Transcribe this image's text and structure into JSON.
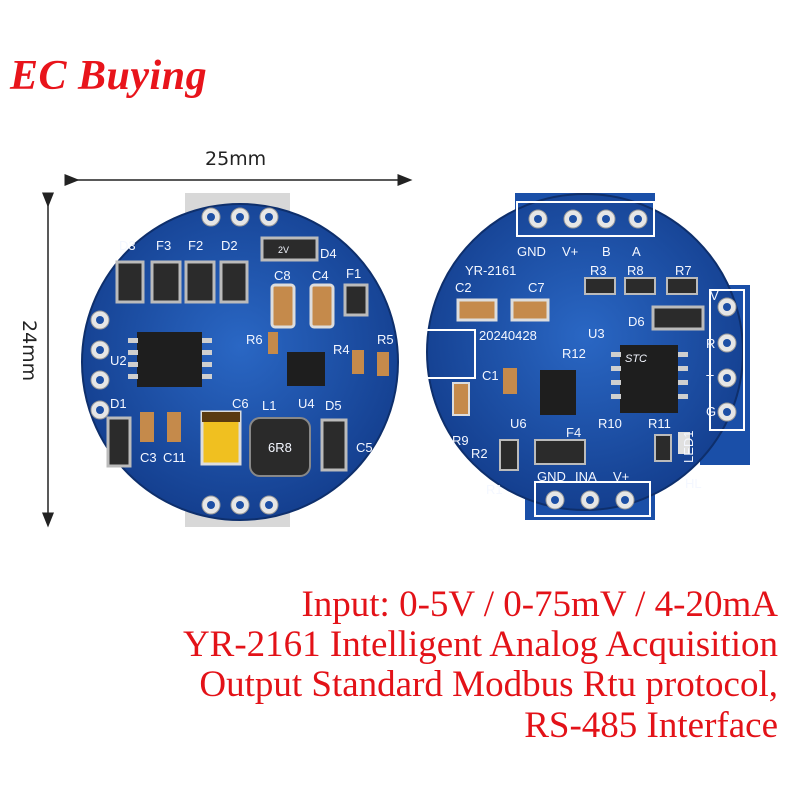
{
  "brand": "EC Buying",
  "dimensions": {
    "width": "25mm",
    "height": "24mm"
  },
  "caption": [
    "Input: 0-5V / 0-75mV / 4-20mA",
    "YR-2161 Intelligent Analog Acquisition",
    "Output Standard Modbus Rtu protocol,",
    "RS-485 Interface"
  ],
  "left_board": {
    "labels": [
      "D3",
      "F3",
      "F2",
      "D2",
      "D4",
      "C8",
      "C4",
      "F1",
      "R6",
      "R5",
      "R4",
      "U2",
      "D1",
      "C6",
      "L1",
      "U4",
      "D5",
      "C3",
      "C11",
      "C5",
      "6R8",
      "2V"
    ]
  },
  "right_board": {
    "labels": [
      "GND",
      "V+",
      "B",
      "A",
      "YR-2161",
      "R3",
      "R8",
      "R7",
      "C2",
      "C7",
      "20240428",
      "D6",
      "U3",
      "R12",
      "C1",
      "R9",
      "U6",
      "F4",
      "R10",
      "R11",
      "R2",
      "R1",
      "GND",
      "INA",
      "V+",
      "HL",
      "LED1",
      "STC",
      "V",
      "R",
      "T",
      "G"
    ]
  },
  "colors": {
    "brand": "#e8141b",
    "caption": "#e31218",
    "pcb": "#1a4fa8"
  }
}
